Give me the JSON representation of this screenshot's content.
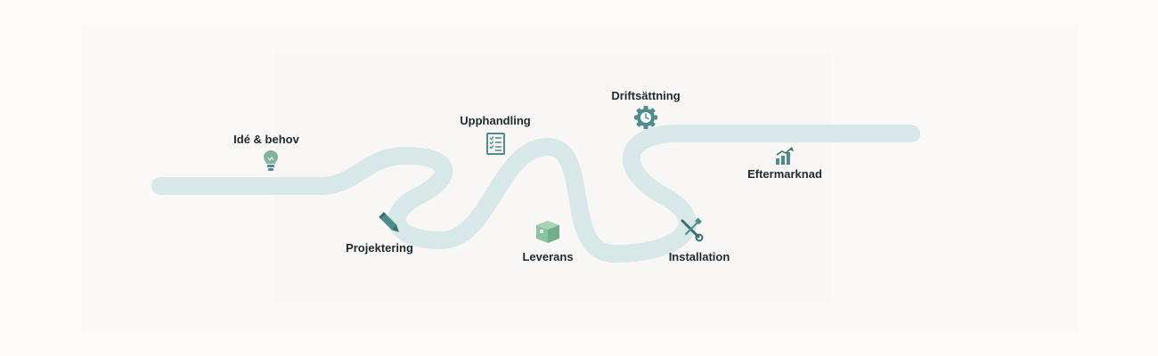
{
  "stages": [
    {
      "label": "Idé & behov",
      "icon": "lightbulb-icon"
    },
    {
      "label": "Projektering",
      "icon": "pencil-icon"
    },
    {
      "label": "Upphandling",
      "icon": "checklist-icon"
    },
    {
      "label": "Leverans",
      "icon": "box-icon"
    },
    {
      "label": "Driftsättning",
      "icon": "gear-clock-icon"
    },
    {
      "label": "Installation",
      "icon": "wrench-screwdriver-icon"
    },
    {
      "label": "Eftermarknad",
      "icon": "growth-chart-icon"
    }
  ],
  "colors": {
    "road": "#d8e8e8",
    "icon": "#4d8d8b",
    "icon_dark": "#3b6f6d",
    "bulb": "#7fb79a",
    "box": "#8dc4a0",
    "text": "#1f2a30"
  }
}
